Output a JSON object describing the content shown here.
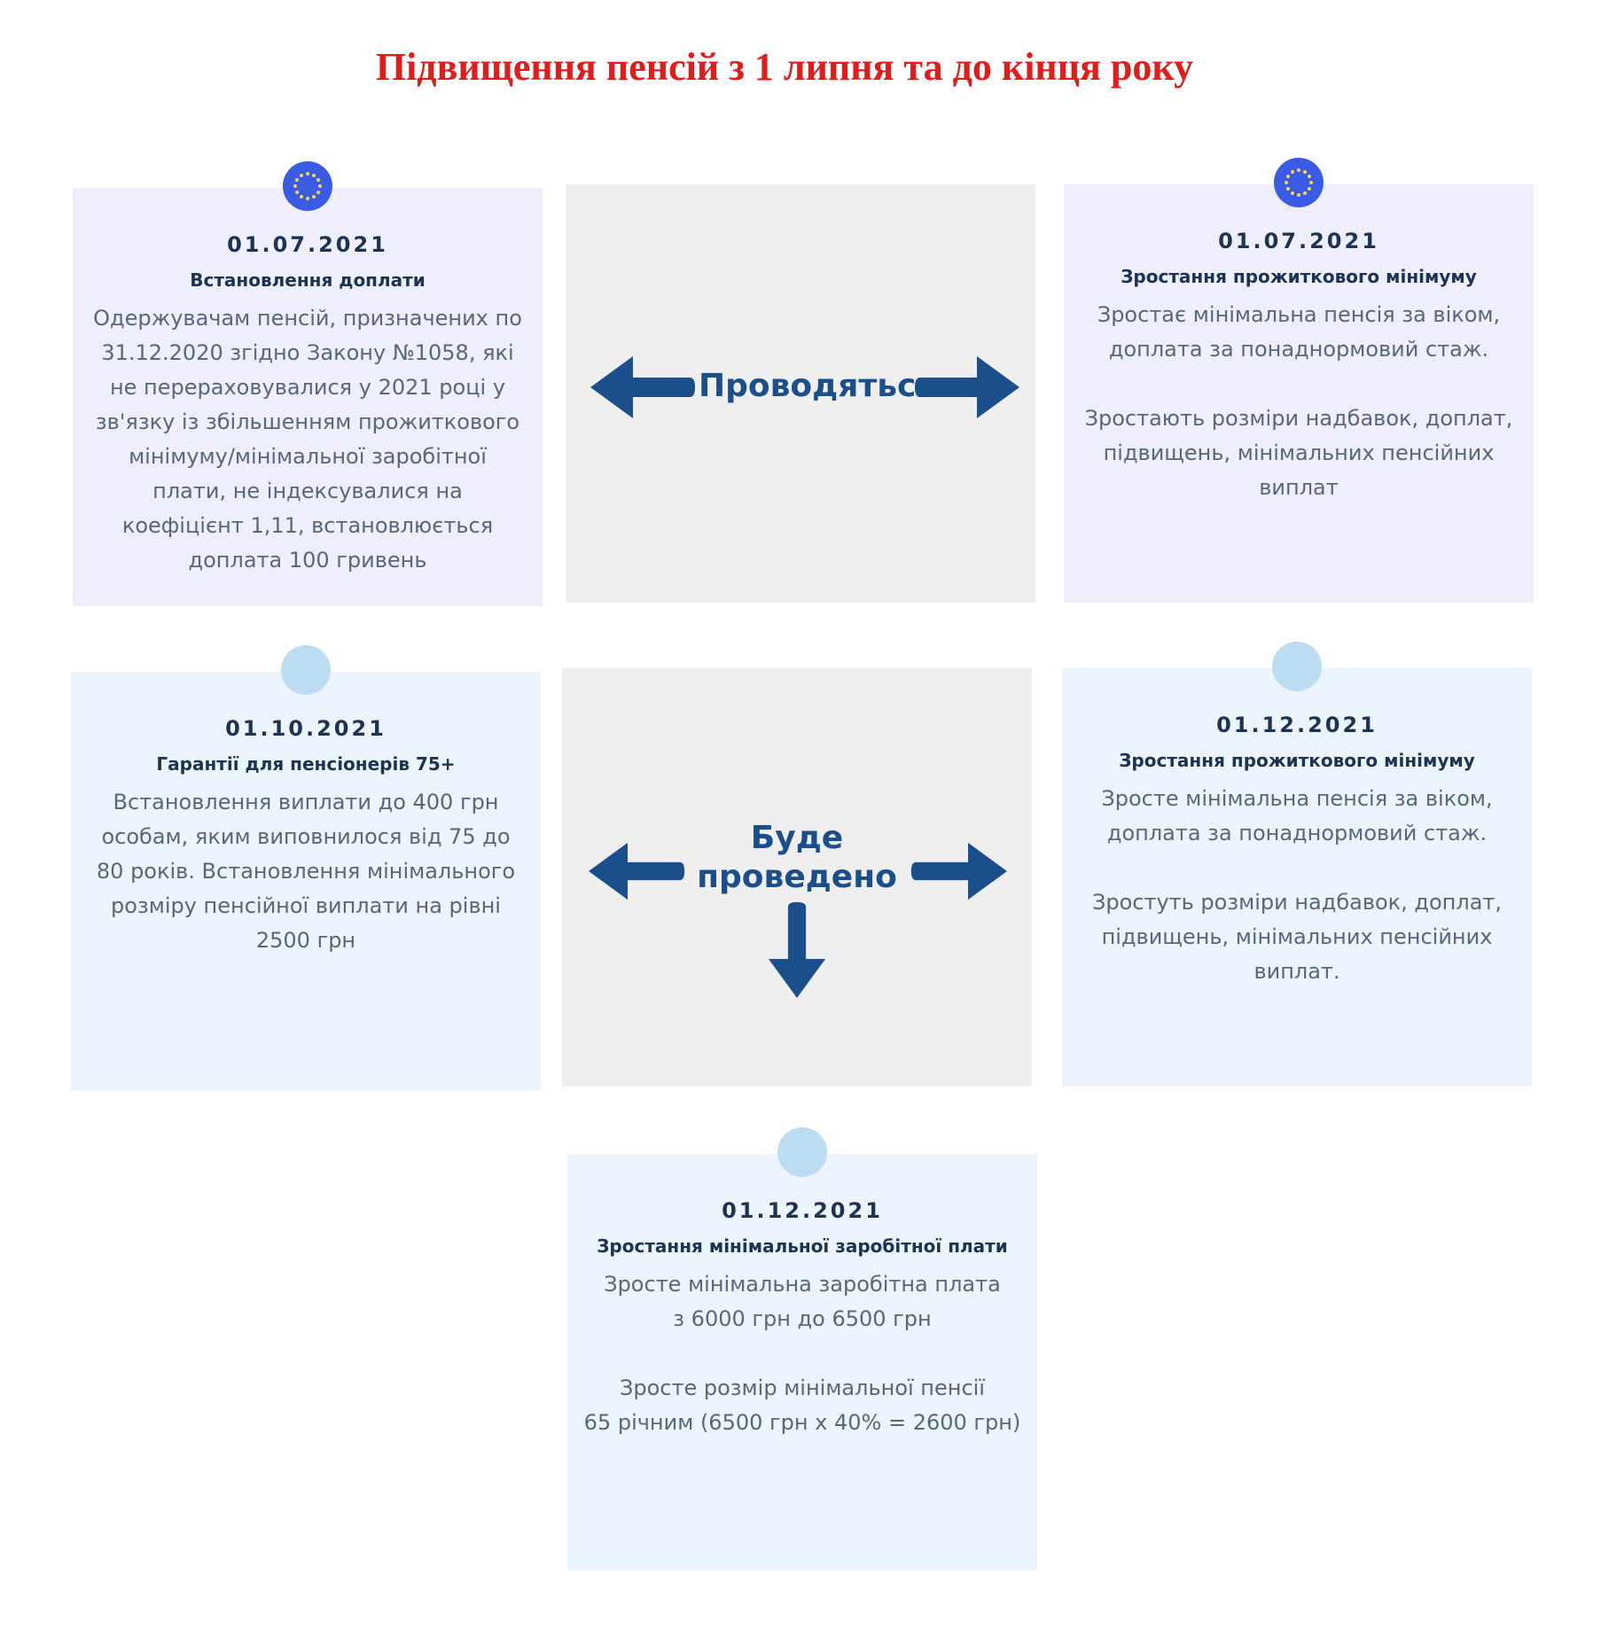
{
  "title": "Підвищення пенсій з 1 липня та до кінця року",
  "colors": {
    "title": "#e21b1b",
    "arrow": "#1a4f8b",
    "eu_dot": "#3a5be6",
    "plain_dot": "#bcdcf2"
  },
  "cards": {
    "c1": {
      "date": "01.07.2021",
      "heading": "Встановлення доплати",
      "body": "Одержувачам пенсій, призначених по 31.12.2020 згідно Закону №1058, які не перераховувалися у 2021 році у зв'язку із збільшенням прожиткового мінімуму/мінімальної заробітної плати, не індексувалися на коефіцієнт 1,11, встановлюється доплата 100 гривень"
    },
    "c2": {
      "date": "01.07.2021",
      "heading": "Зростання прожиткового мінімуму",
      "body": "Зростає мінімальна пенсія за віком, доплата за понаднормовий стаж.\n\nЗростають розміри надбавок, доплат, підвищень, мінімальних пенсійних виплат"
    },
    "c3": {
      "date": "01.10.2021",
      "heading": "Гарантії для пенсіонерів 75+",
      "body": "Встановлення виплати до 400 грн особам, яким виповнилося від 75 до 80 років. Встановлення мінімального розміру пенсійної виплати на рівні 2500 грн"
    },
    "c4": {
      "date": "01.12.2021",
      "heading": "Зростання прожиткового мінімуму",
      "body": "Зросте мінімальна пенсія за віком, доплата за понаднормовий стаж.\n\nЗростуть розміри надбавок, доплат, підвищень, мінімальних пенсійних виплат."
    },
    "c5": {
      "date": "01.12.2021",
      "heading": "Зростання мінімальної заробітної плати",
      "body": "Зросте мінімальна заробітна плата\nз 6000 грн до 6500 грн\n\nЗросте розмір мінімальної пенсії\n65 річним (6500 грн x 40% = 2600 грн)"
    }
  },
  "center": {
    "top_label": "Проводяться",
    "bottom_label": "Буде\nпроведено"
  },
  "icons": {
    "top_dots": "eu-stars-icon",
    "lower_dots": "plain-dot-icon",
    "arrows": [
      "arrow-left-icon",
      "arrow-right-icon",
      "arrow-down-icon"
    ]
  }
}
